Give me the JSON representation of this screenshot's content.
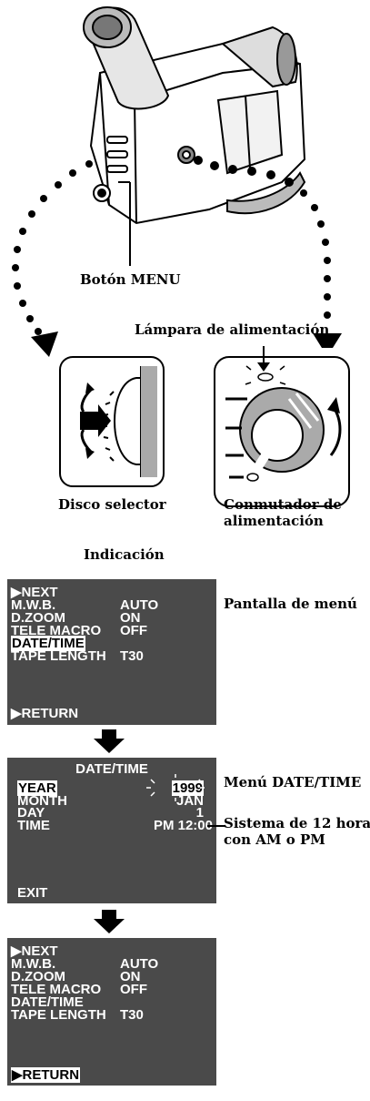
{
  "figure": {
    "labels": {
      "menu_button": "Botón MENU",
      "power_lamp": "Lámpara de alimentación",
      "selector_dial": "Disco selector",
      "power_switch_line1": "Conmutador de",
      "power_switch_line2": "alimentación",
      "display_heading": "Indicación"
    }
  },
  "screens": {
    "menu": {
      "caption": "Pantalla de menú",
      "items": [
        {
          "label": "▶NEXT",
          "value": ""
        },
        {
          "label": "M.W.B.",
          "value": "AUTO"
        },
        {
          "label": "D.ZOOM",
          "value": "ON"
        },
        {
          "label": "TELE MACRO",
          "value": "OFF"
        },
        {
          "label": "DATE/TIME",
          "value": ""
        },
        {
          "label": "TAPE LENGTH",
          "value": "T30"
        }
      ],
      "return_label": "▶RETURN"
    },
    "datetime": {
      "caption": "Menú DATE/TIME",
      "title": "DATE/TIME",
      "rows": [
        {
          "label": "YEAR",
          "value": "1999"
        },
        {
          "label": "MONTH",
          "value": "JAN"
        },
        {
          "label": "DAY",
          "value": "1"
        },
        {
          "label": "TIME",
          "value": "PM 12:00"
        }
      ],
      "exit_label": "EXIT",
      "note_line1": "Sistema de 12 horas",
      "note_line2": "con AM o PM"
    },
    "menu_return": {
      "items": [
        {
          "label": "▶NEXT",
          "value": ""
        },
        {
          "label": "M.W.B.",
          "value": "AUTO"
        },
        {
          "label": "D.ZOOM",
          "value": "ON"
        },
        {
          "label": "TELE MACRO",
          "value": "OFF"
        },
        {
          "label": "DATE/TIME",
          "value": ""
        },
        {
          "label": "TAPE LENGTH",
          "value": "T30"
        }
      ],
      "return_label": "▶RETURN"
    }
  }
}
